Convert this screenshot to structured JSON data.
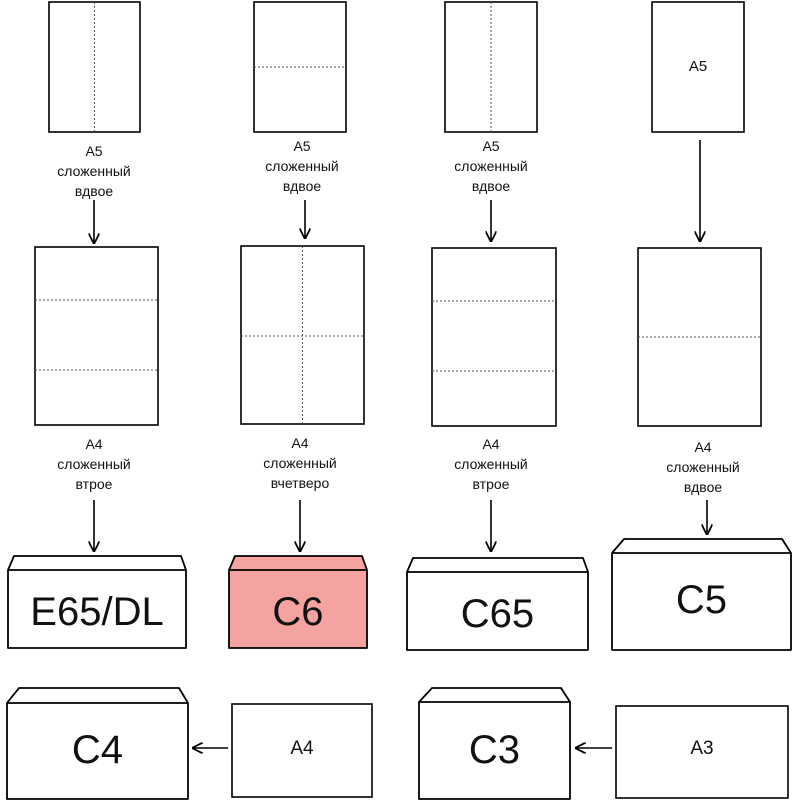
{
  "columns": [
    {
      "top_inside": "",
      "top_caption": [
        "A5",
        "сложенный",
        "вдвое"
      ],
      "mid_caption": [
        "A4",
        "сложенный",
        "втрое"
      ],
      "envelope": "E65/DL",
      "highlight": false
    },
    {
      "top_inside": "",
      "top_caption": [
        "A5",
        "сложенный",
        "вдвое"
      ],
      "mid_caption": [
        "A4",
        "сложенный",
        "вчетверо"
      ],
      "envelope": "C6",
      "highlight": true
    },
    {
      "top_inside": "",
      "top_caption": [
        "A5",
        "сложенный",
        "вдвое"
      ],
      "mid_caption": [
        "A4",
        "сложенный",
        "втрое"
      ],
      "envelope": "C65",
      "highlight": false
    },
    {
      "top_inside": "A5",
      "top_caption": [],
      "mid_caption": [
        "A4",
        "сложенный",
        "вдвое"
      ],
      "envelope": "C5",
      "highlight": false
    }
  ],
  "bottom_row": [
    {
      "sheet": "A4",
      "envelope": "C4"
    },
    {
      "sheet": "A3",
      "envelope": "C3"
    }
  ],
  "colors": {
    "highlight_envelope": "#f4a3a1",
    "line": "#000000"
  }
}
